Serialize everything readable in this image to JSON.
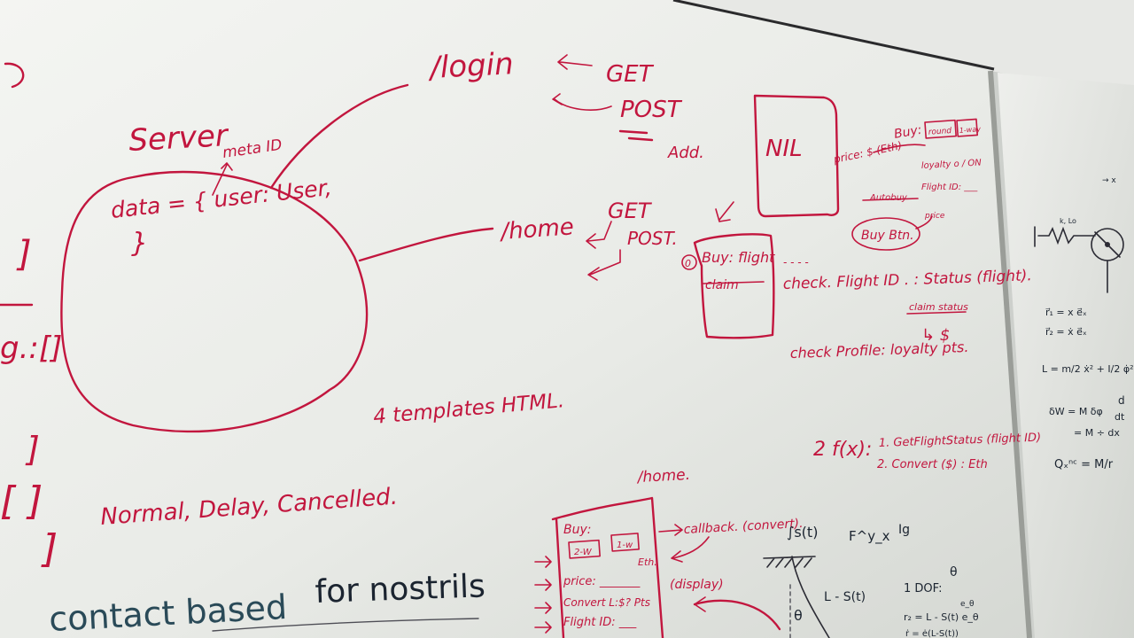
{
  "whiteboard": {
    "left_edge": {
      "bracket_1": "]",
      "list_1": "g.:[]",
      "bracket_2": "]",
      "bracket_3": "[ ]",
      "bracket_4": "]"
    },
    "server": {
      "title": "Server",
      "annotation": "meta ID",
      "data_line": "data = { user: User,",
      "closing_brace": "}"
    },
    "login": {
      "route": "/login",
      "get": "GET",
      "post": "POST",
      "add": "Add."
    },
    "home": {
      "route": "/home",
      "get": "GET",
      "post": "POST."
    },
    "templates": "4 templates HTML.",
    "status_line": "Normal, Delay, Cancelled.",
    "nil_box": {
      "label": "NIL",
      "price": "price: $ (Eth)",
      "buy": "Buy:",
      "round": "round",
      "one_way": "1-way",
      "loyalty": "loyalty o / ON",
      "flight_id": "Flight ID: ___",
      "autobuy": "Autobuy",
      "price_small": "price",
      "buy_btn": "Buy Btn."
    },
    "buy_card": {
      "number": "0",
      "buy_flight": "Buy: flight",
      "claim": "claim"
    },
    "check": {
      "dots": "- - - -",
      "check_flight": "check. Flight ID . : Status (flight).",
      "claim_status": "claim status",
      "arrow_dollar": "↳ $",
      "check_profile": "check Profile: loyalty pts."
    },
    "functions": {
      "label": "2 f(x):",
      "item_1": "1. GetFlightStatus (flight ID)",
      "item_2": "2. Convert ($) : Eth"
    },
    "home_wireframe": {
      "route": "/home.",
      "buy": "Buy:",
      "two_way": "2-W",
      "one_way": "1-w",
      "eth": "Eth.",
      "price": "price: _______",
      "convert": "Convert L:$? Pts",
      "display": "(display)",
      "flight_id": "Flight ID: ___",
      "callback": "callback. (convert)."
    },
    "physics": {
      "integral": "∫s(t)",
      "force": "F^y_x",
      "ig": "Ig",
      "l_minus_s": "L - S(t)",
      "dof": "1 DOF:",
      "theta_dof": "θ",
      "theta_small": "θ",
      "r_eq": "r₂ = L - S(t) e_θ",
      "r_eq2": "ṙ = ė(L-S(t))",
      "e_sub_theta": "e_θ"
    },
    "right_board": {
      "axis": "→ x",
      "kL": "k, Lo",
      "r1": "r⃗₁ = x e⃗ₓ",
      "r2": "r⃗₂ = ẋ e⃗ₓ",
      "lagr": "L = m/2 ẋ² + I/2 φ̇² +",
      "sw": "δW = M δφ",
      "m_dx": "= M ÷ dx",
      "q": "Qₓⁿᶜ = M/r",
      "d1": "d",
      "d2": "dt"
    },
    "bottom": {
      "contact": "contact based",
      "for_nostrils": "for nostrils"
    }
  }
}
